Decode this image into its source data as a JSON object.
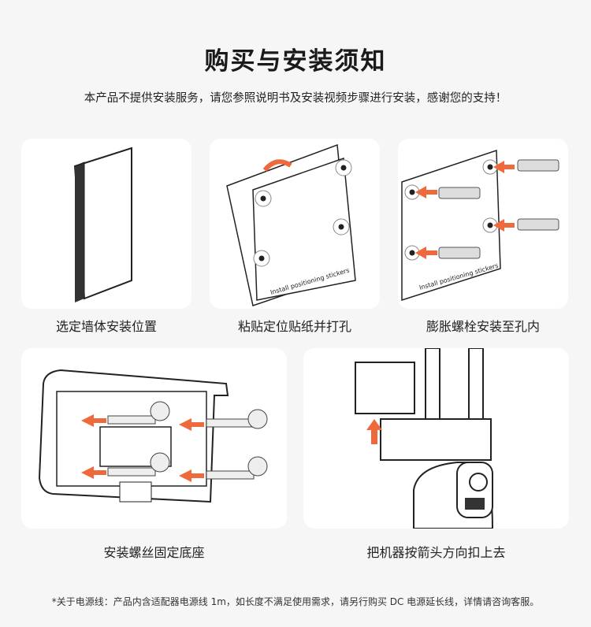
{
  "header": {
    "title": "购买与安装须知",
    "subtitle": "本产品不提供安装服务，请您参照说明书及安装视频步骤进行安装，感谢您的支持！"
  },
  "steps": [
    {
      "label": "选定墙体安装位置"
    },
    {
      "label": "粘贴定位贴纸并打孔",
      "sticker_text": "Install positioning stickers"
    },
    {
      "label": "膨胀螺栓安装至孔内",
      "sticker_text": "Install positioning stickers"
    },
    {
      "label": "安装螺丝固定底座"
    },
    {
      "label": "把机器按箭头方向扣上去"
    }
  ],
  "footer": {
    "note": "*关于电源线：产品内含适配器电源线 1m，如长度不满足使用需求，请另行购买 DC 电源延长线，详情请咨询客服。"
  },
  "colors": {
    "accent": "#ee6a3c",
    "background": "#f6f6f6",
    "card": "#ffffff"
  }
}
